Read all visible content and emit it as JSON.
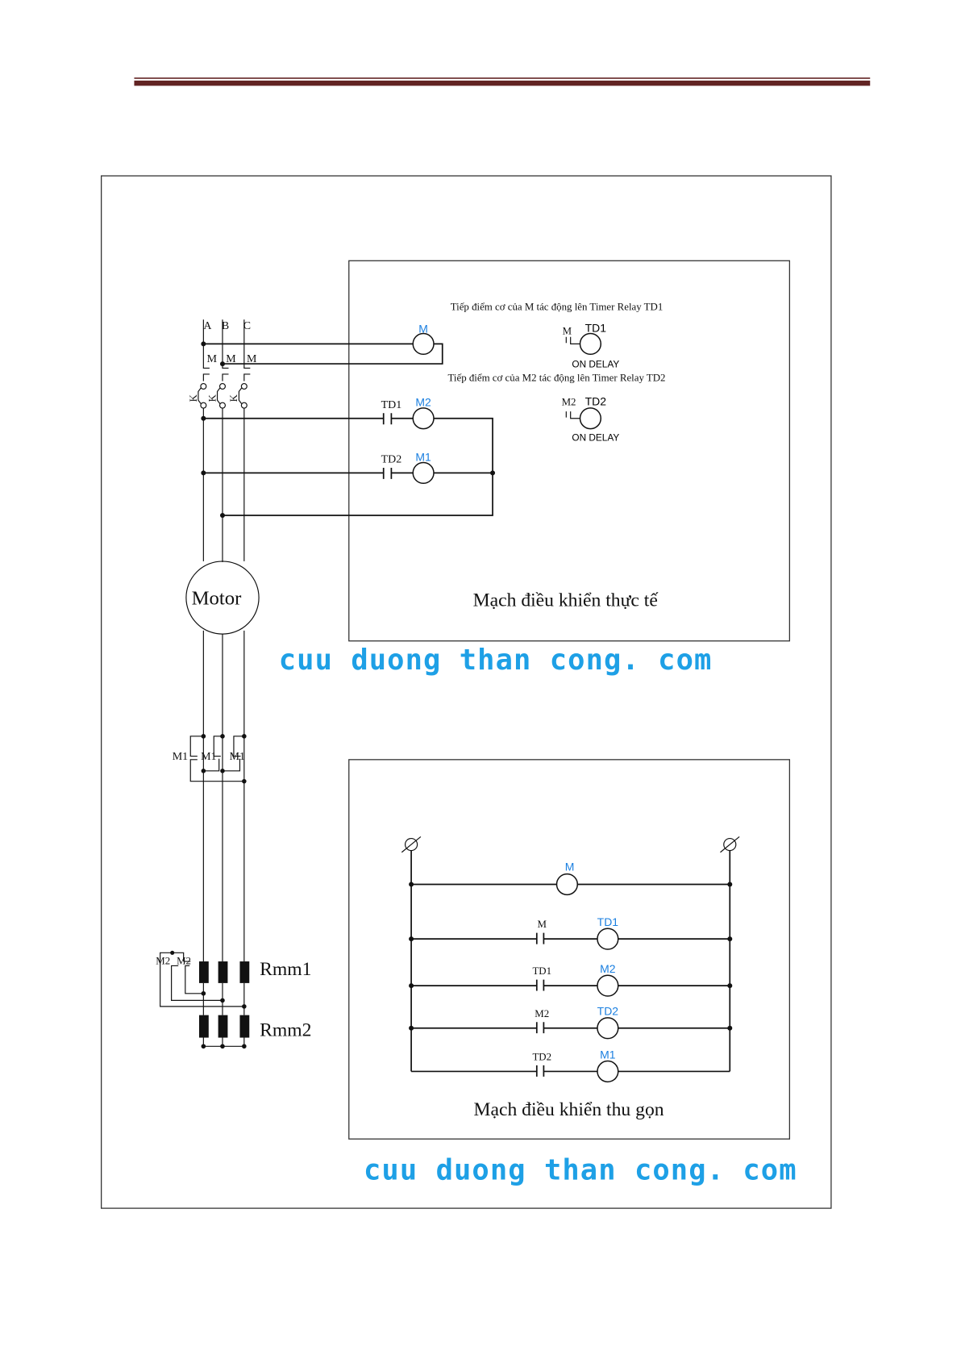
{
  "colors": {
    "header_rule": "#622423",
    "coil_label": "#1a7fe0",
    "watermark": "#1ea0e6"
  },
  "power": {
    "phases": [
      "A",
      "B",
      "C"
    ],
    "main_contact_label": "M",
    "k_label": "K",
    "motor_label": "Motor",
    "m1_label": "M1",
    "m2_label": "M2",
    "rmm1_label": "Rmm1",
    "rmm2_label": "Rmm2"
  },
  "actual_circuit": {
    "title": "Mạch điều khiển thực tế",
    "note_td1": "Tiếp điểm cơ của M tác động lên Timer Relay TD1",
    "note_td2": "Tiếp điểm cơ của M2 tác động lên Timer Relay TD2",
    "coil_m": "M",
    "coil_m2": "M2",
    "coil_m1": "M1",
    "contact_td1": "TD1",
    "contact_td2": "TD2",
    "timer1": {
      "contact": "M",
      "coil": "TD1",
      "type": "ON  DELAY"
    },
    "timer2": {
      "contact": "M2",
      "coil": "TD2",
      "type": "ON  DELAY"
    }
  },
  "compact_circuit": {
    "title": "Mạch điều khiển thu gọn",
    "rows": [
      {
        "contact": "",
        "coil": "M"
      },
      {
        "contact": "M",
        "coil": "TD1"
      },
      {
        "contact": "TD1",
        "coil": "M2"
      },
      {
        "contact": "M2",
        "coil": "TD2"
      },
      {
        "contact": "TD2",
        "coil": "M1"
      }
    ]
  },
  "watermark": "cuu duong than cong. com"
}
